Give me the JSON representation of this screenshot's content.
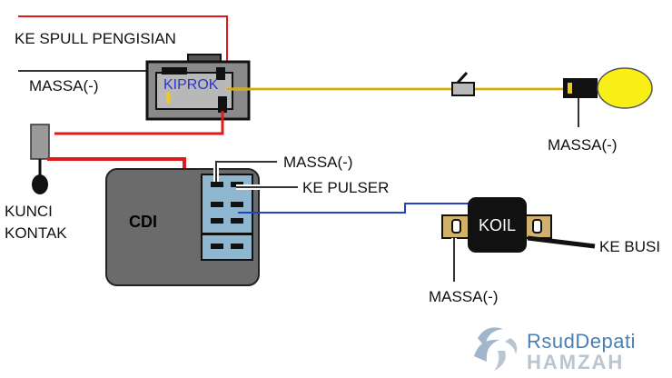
{
  "labels": {
    "spull": "KE SPULL PENGISIAN",
    "massa_kiprok": "MASSA(-)",
    "kiprok": "KIPROK",
    "massa_lamp": "MASSA(-)",
    "kunci_line1": "KUNCI",
    "kunci_line2": "KONTAK",
    "cdi": "CDI",
    "massa_cdi": "MASSA(-)",
    "pulser": "KE PULSER",
    "koil": "KOIL",
    "busi": "KE BUSI",
    "massa_koil": "MASSA(-)"
  },
  "watermark": {
    "line1": "RsudDepati",
    "line2": "HAMZAH"
  },
  "colors": {
    "wire_red": "#e01b1b",
    "wire_yellow": "#f2c81a",
    "wire_blue": "#2840c8",
    "wire_black": "#111111",
    "cdi_body": "#6b6b6b",
    "kiprok_body": "#8a8a8a",
    "connector_blue": "#8fb6cf",
    "lamp_bulb": "#f7ef16",
    "koil_body": "#111111",
    "koil_bracket": "#d2b16a"
  }
}
